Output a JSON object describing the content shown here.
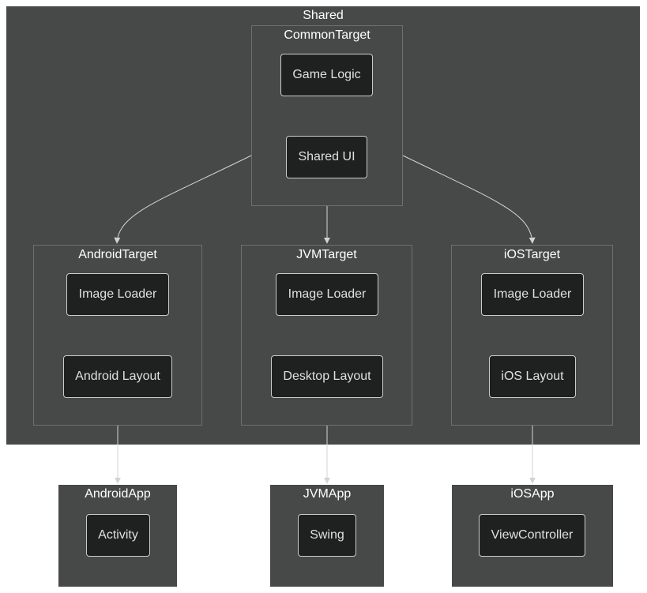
{
  "colors": {
    "cluster_bg": "#474848",
    "node_bg": "#1f2020",
    "edge": "#d3d3d3",
    "text": "#e0e0e0"
  },
  "groups": {
    "shared": "Shared",
    "common": "CommonTarget",
    "android": "AndroidTarget",
    "jvm": "JVMTarget",
    "ios": "iOSTarget",
    "android_app": "AndroidApp",
    "jvm_app": "JVMApp",
    "ios_app": "iOSApp"
  },
  "nodes": {
    "game_logic": "Game Logic",
    "shared_ui": "Shared UI",
    "android_image_loader": "Image Loader",
    "android_layout": "Android Layout",
    "jvm_image_loader": "Image Loader",
    "desktop_layout": "Desktop Layout",
    "ios_image_loader": "Image Loader",
    "ios_layout": "iOS Layout",
    "activity": "Activity",
    "swing": "Swing",
    "view_controller": "ViewController"
  },
  "edges": [
    {
      "from": "CommonTarget",
      "to": "AndroidTarget"
    },
    {
      "from": "CommonTarget",
      "to": "JVMTarget"
    },
    {
      "from": "CommonTarget",
      "to": "iOSTarget"
    },
    {
      "from": "AndroidTarget",
      "to": "AndroidApp"
    },
    {
      "from": "JVMTarget",
      "to": "JVMApp"
    },
    {
      "from": "iOSTarget",
      "to": "iOSApp"
    }
  ]
}
